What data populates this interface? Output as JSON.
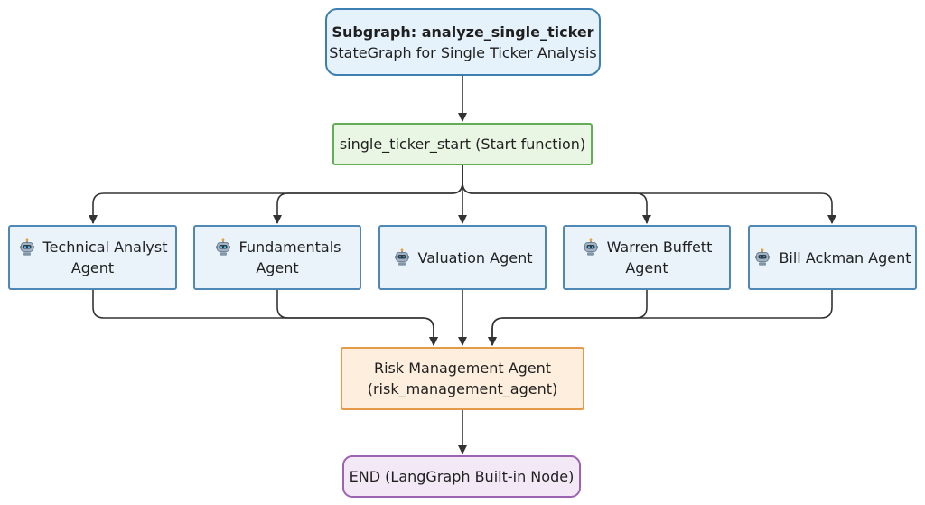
{
  "diagram": {
    "subgraph": {
      "title": "Subgraph: analyze_single_ticker",
      "subtitle": "StateGraph for Single Ticker Analysis"
    },
    "start_node": {
      "label": "single_ticker_start (Start function)"
    },
    "agents": [
      {
        "line1": "Technical Analyst",
        "line2": "Agent",
        "icon": "robot-icon"
      },
      {
        "line1": "Fundamentals",
        "line2": "Agent",
        "icon": "robot-icon"
      },
      {
        "line1": "Valuation Agent",
        "line2": "",
        "icon": "robot-icon"
      },
      {
        "line1": "Warren Buffett",
        "line2": "Agent",
        "icon": "robot-icon"
      },
      {
        "line1": "Bill Ackman Agent",
        "line2": "",
        "icon": "robot-icon"
      }
    ],
    "risk_node": {
      "line1": "Risk Management Agent",
      "line2": "(risk_management_agent)"
    },
    "end_node": {
      "label": "END (LangGraph Built-in Node)"
    }
  },
  "colors": {
    "subgraph_fill": "#e6f2fb",
    "subgraph_border": "#3c7fb1",
    "start_fill": "#eaf6e4",
    "start_border": "#63ad57",
    "agent_fill": "#eaf3fa",
    "agent_border": "#4f88b4",
    "risk_fill": "#fdeedd",
    "risk_border": "#e49a48",
    "end_fill": "#f2e8f6",
    "end_border": "#9b63b0",
    "edge": "#333333"
  }
}
